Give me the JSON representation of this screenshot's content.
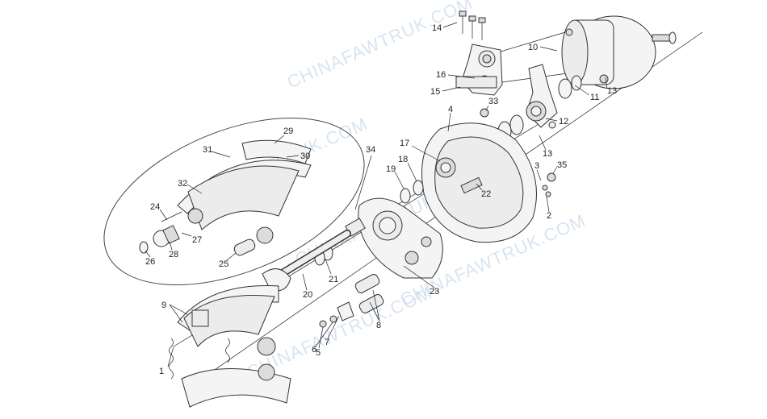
{
  "watermark": "CHINAFAWTRUK.COM",
  "part_labels": {
    "p1": "1",
    "p2": "2",
    "p3": "3",
    "p4": "4",
    "p5": "5",
    "p6": "6",
    "p7": "7",
    "p8": "8",
    "p9": "9",
    "p10": "10",
    "p11": "11",
    "p12": "12",
    "p13a": "13",
    "p13b": "13",
    "p14": "14",
    "p15": "15",
    "p16": "16",
    "p17": "17",
    "p18": "18",
    "p19": "19",
    "p20": "20",
    "p21": "21",
    "p22": "22",
    "p23": "23",
    "p24": "24",
    "p25": "25",
    "p26": "26",
    "p27": "27",
    "p28": "28",
    "p29": "29",
    "p30": "30",
    "p31": "31",
    "p32": "32",
    "p33": "33",
    "p34": "34",
    "p35": "35"
  }
}
